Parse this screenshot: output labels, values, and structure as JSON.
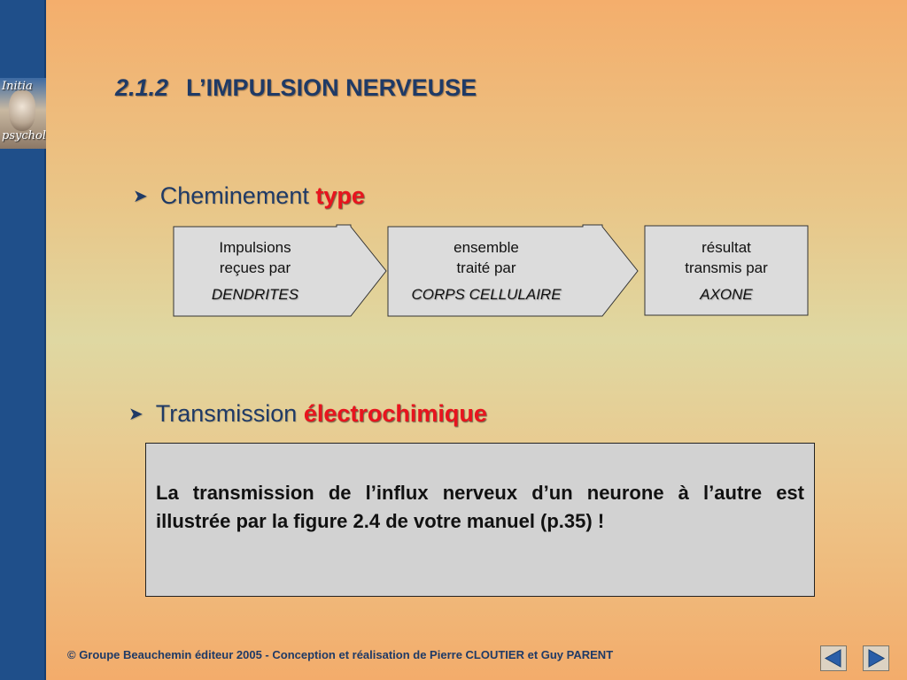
{
  "sidebar": {
    "logo_text_top": "Initia",
    "logo_text_bottom": "psycholo"
  },
  "slide": {
    "title_number": "2.1.2",
    "title_text": "L’IMPULSION NERVEUSE",
    "bullet1": {
      "text": "Cheminement ",
      "accent": "type"
    },
    "bullet2": {
      "text": "Transmission ",
      "accent": "électrochimique"
    },
    "flow": [
      {
        "line1": "Impulsions",
        "line2": "reçues par",
        "emphasis": "DENDRITES"
      },
      {
        "line1": "ensemble",
        "line2": "traité par",
        "emphasis": "CORPS CELLULAIRE"
      },
      {
        "line1": "résultat",
        "line2": "transmis par",
        "emphasis": "AXONE"
      }
    ],
    "note": "La transmission de l’influx nerveux d’un neurone à l’autre est illustrée par la figure 2.4 de votre manuel (p.35) !"
  },
  "footer": {
    "text": "© Groupe Beauchemin éditeur 2005 - Conception et réalisation de Pierre CLOUTIER et Guy PARENT"
  },
  "nav": {
    "prev_icon": "triangle-left-icon",
    "next_icon": "triangle-right-icon"
  },
  "colors": {
    "title": "#1f3a66",
    "accent": "#e8141e",
    "sidebar": "#1f4f8a",
    "box_fill": "#d2d2d2"
  }
}
